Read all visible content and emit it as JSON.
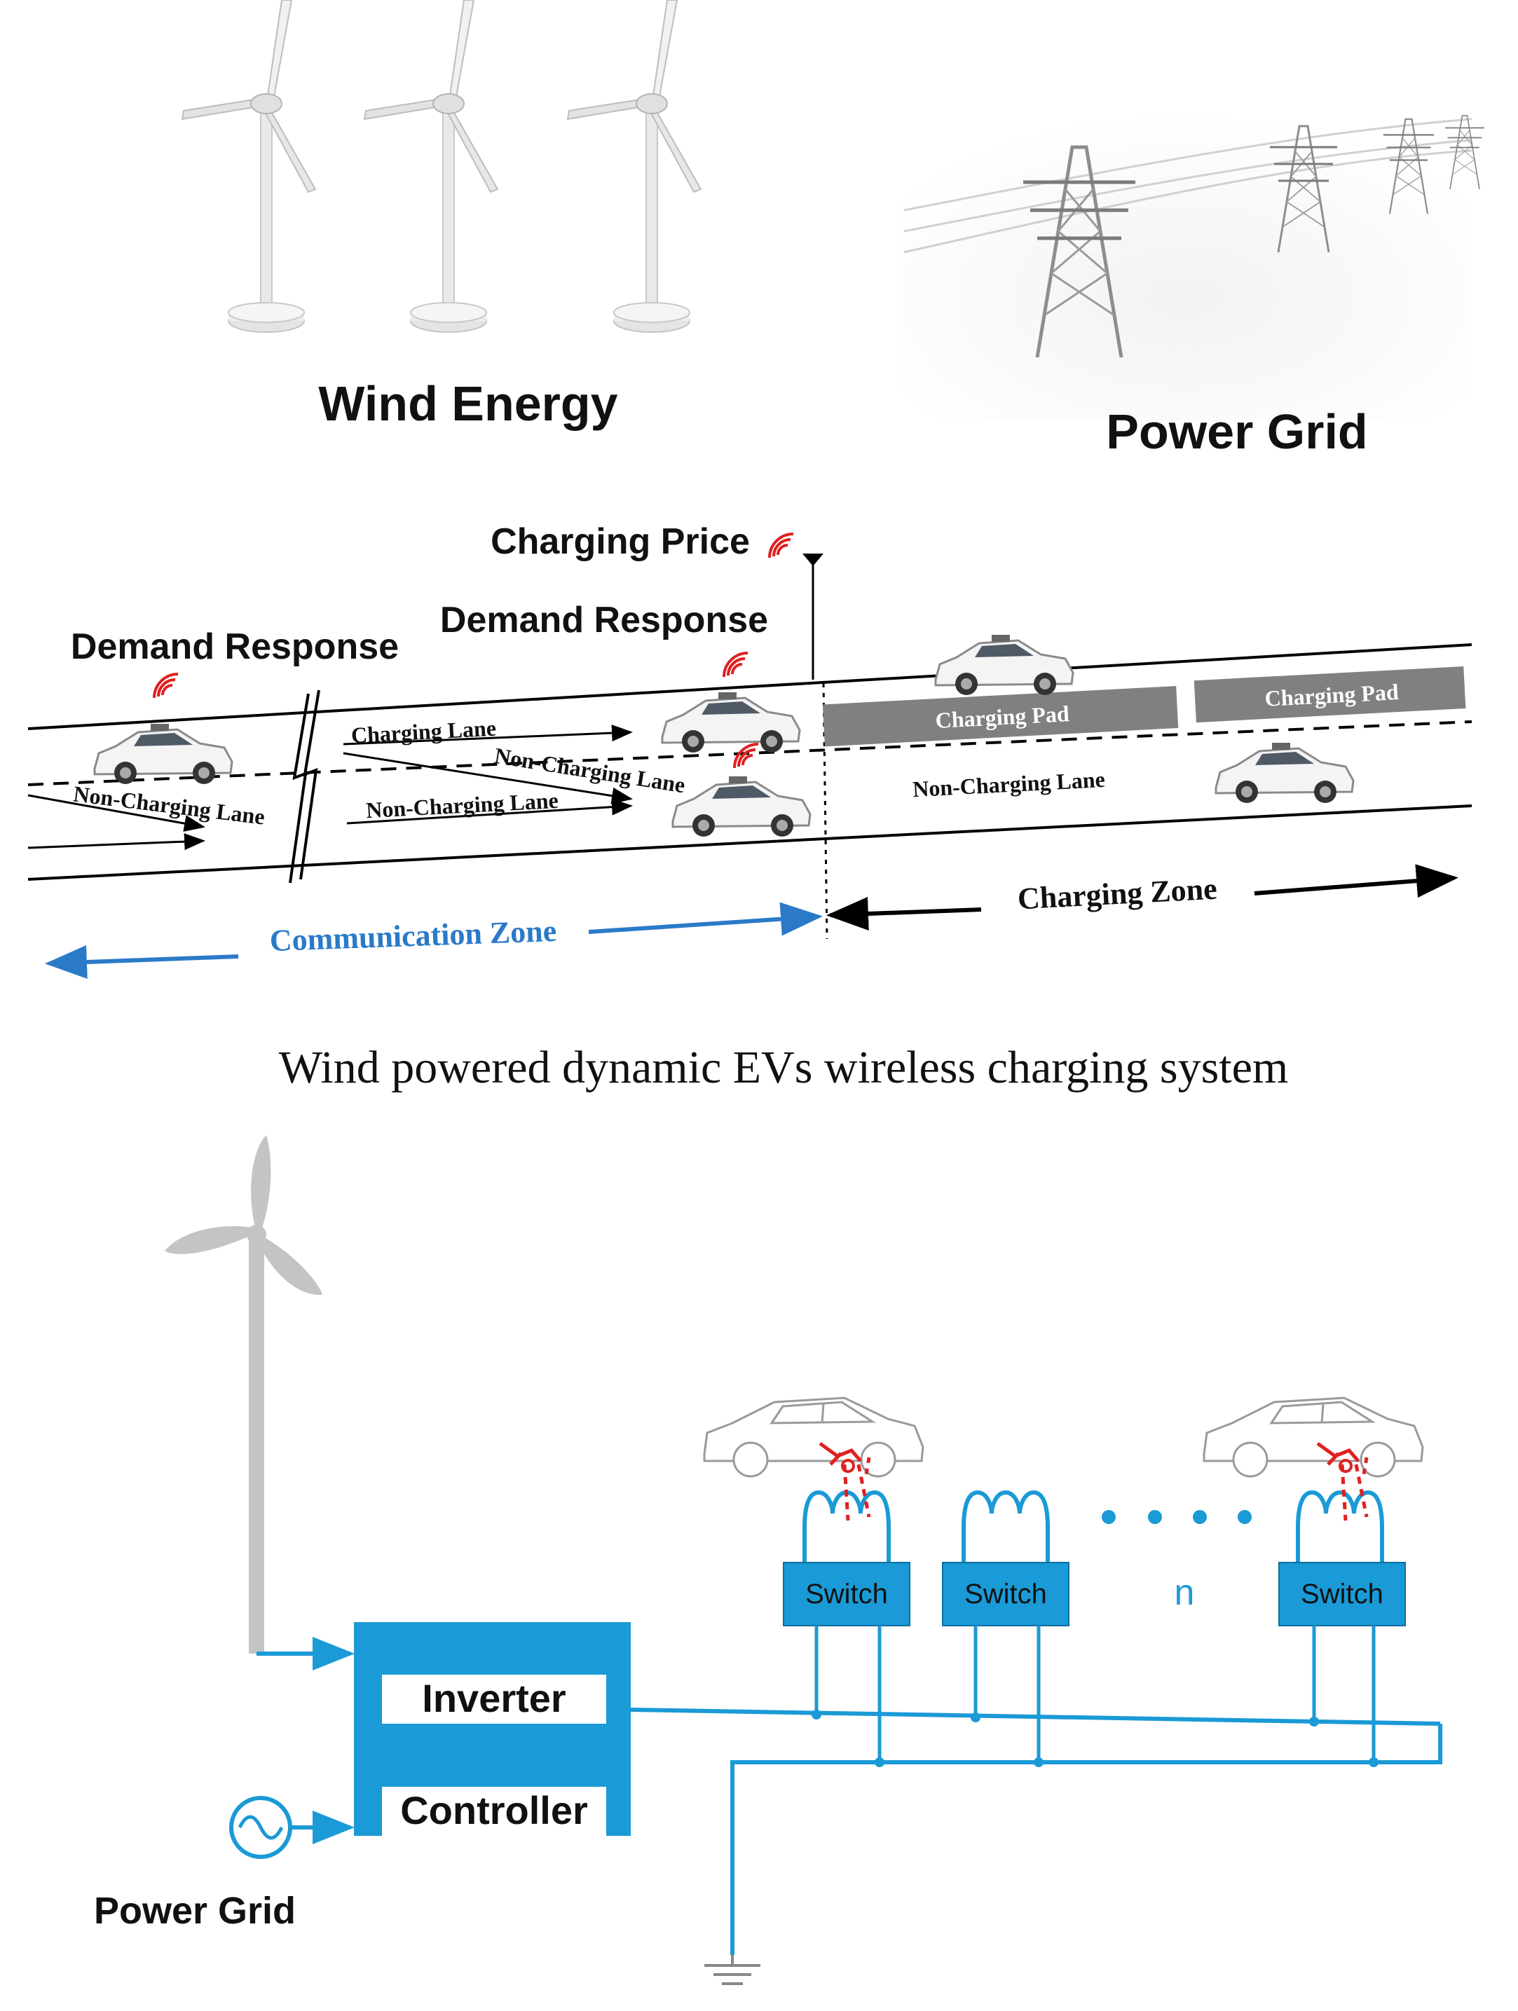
{
  "top": {
    "wind_label": "Wind Energy",
    "grid_label": "Power Grid"
  },
  "road": {
    "charging_price": "Charging Price",
    "demand_response_left": "Demand Response",
    "demand_response_right": "Demand Response",
    "lane_charging": "Charging Lane",
    "lane_noncharging_left": "Non-Charging Lane",
    "lane_noncharging_mid": "Non-Charging Lane",
    "lane_noncharging_cross": "Non-Charging Lane",
    "lane_noncharging_right": "Non-Charging Lane",
    "pad_1": "Charging Pad",
    "pad_2": "Charging Pad",
    "communication_zone": "Communication Zone",
    "charging_zone": "Charging Zone"
  },
  "caption": "Wind powered dynamic EVs wireless charging system",
  "circuit": {
    "inverter": "Inverter",
    "controller": "Controller",
    "switch_1": "Switch",
    "switch_2": "Switch",
    "switch_3": "Switch",
    "n_label": "n",
    "power_grid": "Power Grid"
  },
  "colors": {
    "blue": "#1a9ad6",
    "zone_blue": "#2b7ac8",
    "pad_gray": "#808080",
    "signal_red": "#e02020",
    "turbine_gray": "#c4c4c4"
  }
}
